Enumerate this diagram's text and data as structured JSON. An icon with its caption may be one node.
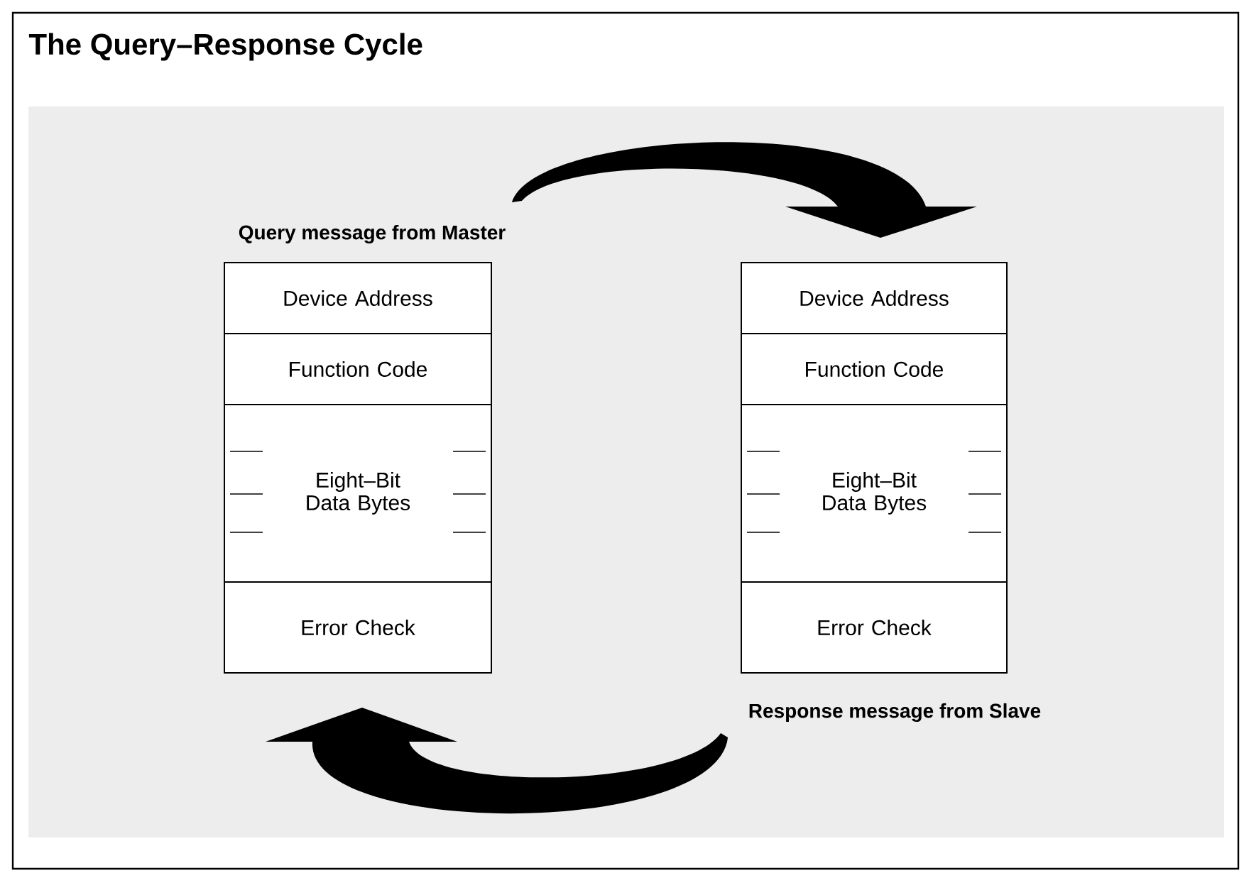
{
  "diagram": {
    "title": "The Query–Response Cycle",
    "nodes": [
      {
        "text": [
          "Query message from Master"
        ]
      },
      {
        "text": [
          "Device Address"
        ],
        "in": 0
      },
      {
        "text": [
          "Function Code"
        ],
        "in": 0
      },
      {
        "text": [
          "Eight–Bit Data Bytes"
        ],
        "in": 0
      },
      {
        "text": [
          "Error Check"
        ],
        "in": 0
      },
      {
        "text": [
          "Response message from Slave"
        ]
      },
      {
        "text": [
          "Device Address"
        ],
        "in": 5
      },
      {
        "text": [
          "Function Code"
        ],
        "in": 5
      },
      {
        "text": [
          "Eight–Bit Data Bytes"
        ],
        "in": 5
      },
      {
        "text": [
          "Error Check"
        ],
        "in": 5
      }
    ],
    "edges": [
      {
        "from": 0,
        "to": 5,
        "arrow": "to",
        "style": "thick"
      },
      {
        "from": 5,
        "to": 0,
        "arrow": "to",
        "style": "thick"
      }
    ]
  }
}
